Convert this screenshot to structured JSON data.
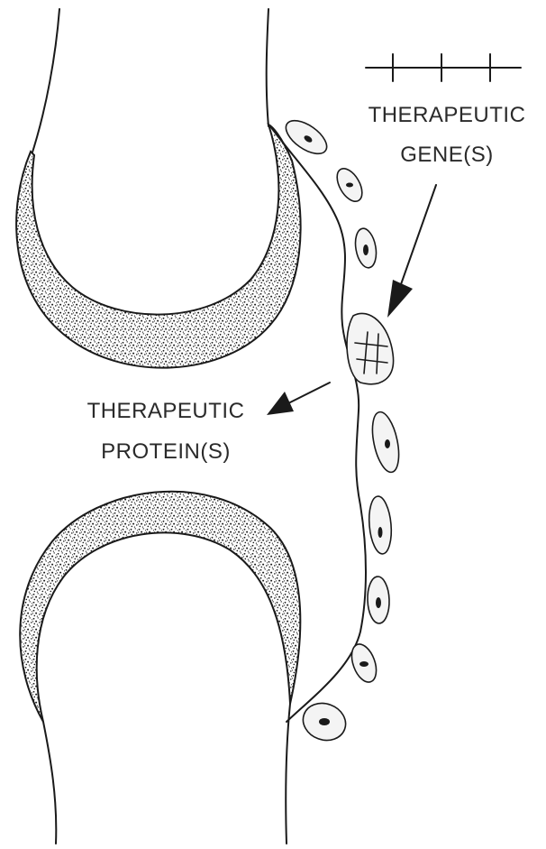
{
  "labels": {
    "therapeutic_gene_line1": "THERAPEUTIC",
    "therapeutic_gene_line2": "GENE(S)",
    "therapeutic_protein_line1": "THERAPEUTIC",
    "therapeutic_protein_line2": "PROTEIN(S)"
  },
  "colors": {
    "ink": "#1a1a1a",
    "background": "#ffffff",
    "cartilage_stipple": "#1a1a1a"
  }
}
